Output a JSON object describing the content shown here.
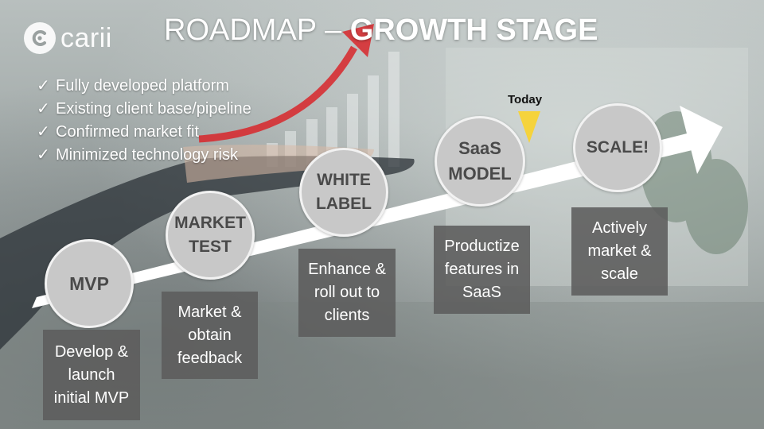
{
  "brand": {
    "name": "carii"
  },
  "title": {
    "part1": "ROADMAP – ",
    "part2": "GROWTH STAGE"
  },
  "checklist": {
    "mark": "✓",
    "items": [
      "Fully developed platform",
      "Existing client base/pipeline",
      "Confirmed market fit",
      "Minimized technology risk"
    ]
  },
  "today": {
    "label": "Today"
  },
  "stages": [
    {
      "label": "MVP",
      "description": "Develop &\nlaunch\ninitial MVP"
    },
    {
      "label": "MARKET\nTEST",
      "description": "Market &\nobtain\nfeedback"
    },
    {
      "label": "WHITE\nLABEL",
      "description": "Enhance &\nroll out to\nclients"
    },
    {
      "label": "SaaS\nMODEL",
      "description": "Productize\nfeatures in\nSaaS"
    },
    {
      "label": "SCALE!",
      "description": "Actively\nmarket &\nscale"
    }
  ],
  "colors": {
    "arrow": "#ffffff",
    "stage_fill": "#c8c8c8",
    "stage_text": "#4a4a4a",
    "box_fill": "#5c5c5c",
    "today_marker": "#f5d33c",
    "growth_arrow": "#d8262a"
  }
}
